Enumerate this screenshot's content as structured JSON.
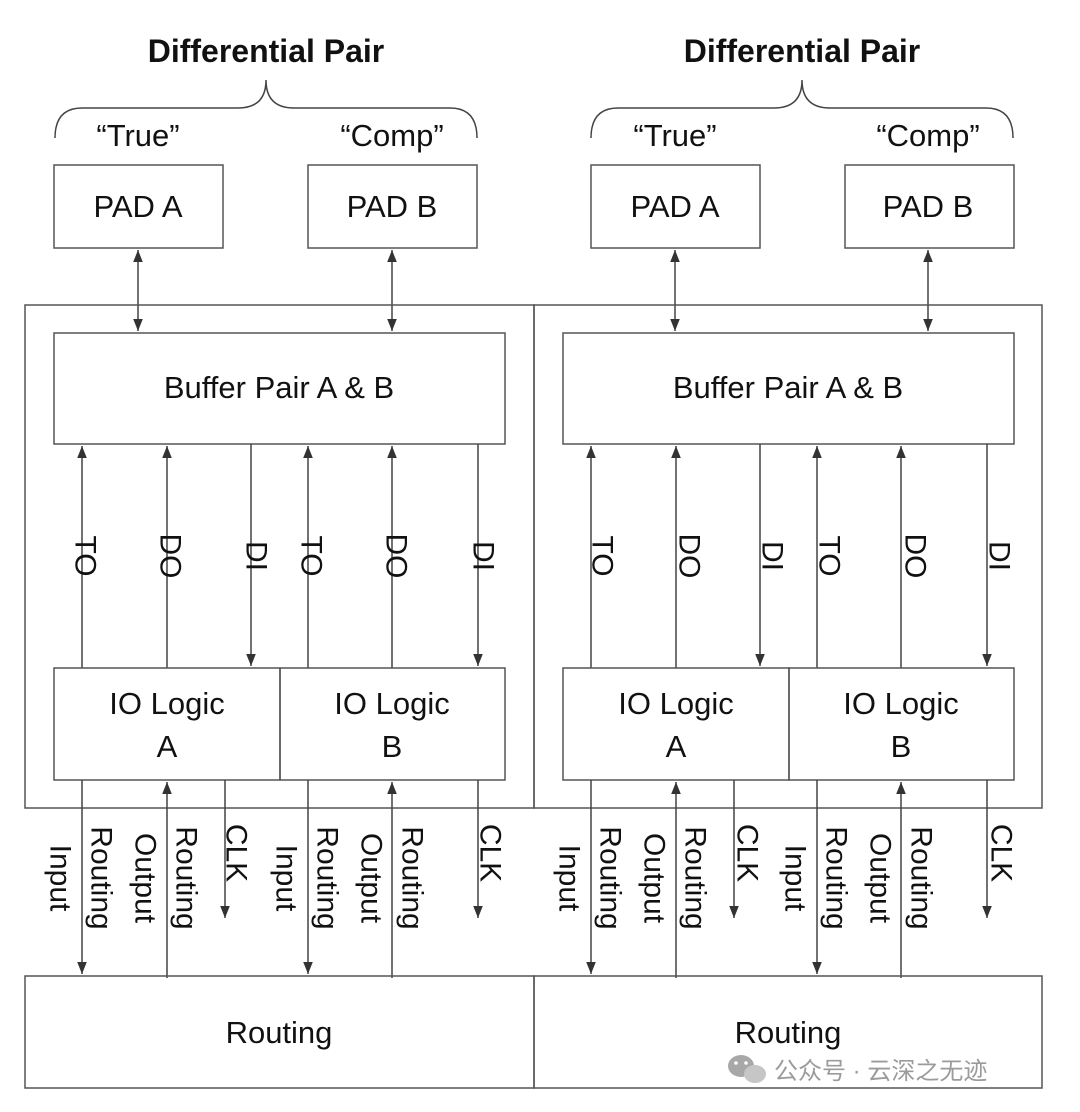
{
  "blocks": [
    {
      "title": "Differential Pair",
      "true_label": "“True”",
      "comp_label": "“Comp”",
      "pad_a": "PAD A",
      "pad_b": "PAD B",
      "buffer": "Buffer Pair A & B",
      "buffer_signals": [
        "TO",
        "DO",
        "DI",
        "TO",
        "DO",
        "DI"
      ],
      "io_logic_a": [
        "IO Logic",
        "A"
      ],
      "io_logic_b": [
        "IO Logic",
        "B"
      ],
      "bottom_signals": [
        [
          "Input"
        ],
        [
          "Routing",
          "Output"
        ],
        [
          "Routing"
        ],
        [
          "CLK"
        ],
        [
          "Input"
        ],
        [
          "Routing",
          "Output"
        ],
        [
          "Routing"
        ],
        [
          "CLK"
        ]
      ],
      "routing": "Routing"
    },
    {
      "title": "Differential Pair",
      "true_label": "“True”",
      "comp_label": "“Comp”",
      "pad_a": "PAD A",
      "pad_b": "PAD B",
      "buffer": "Buffer Pair A & B",
      "buffer_signals": [
        "TO",
        "DO",
        "DI",
        "TO",
        "DO",
        "DI"
      ],
      "io_logic_a": [
        "IO Logic",
        "A"
      ],
      "io_logic_b": [
        "IO Logic",
        "B"
      ],
      "bottom_signals": [
        [
          "Input"
        ],
        [
          "Routing",
          "Output"
        ],
        [
          "Routing"
        ],
        [
          "CLK"
        ],
        [
          "Input"
        ],
        [
          "Routing",
          "Output"
        ],
        [
          "Routing"
        ],
        [
          "CLK"
        ]
      ],
      "routing": "Routing"
    }
  ],
  "watermark": "公众号 · 云深之无迹"
}
